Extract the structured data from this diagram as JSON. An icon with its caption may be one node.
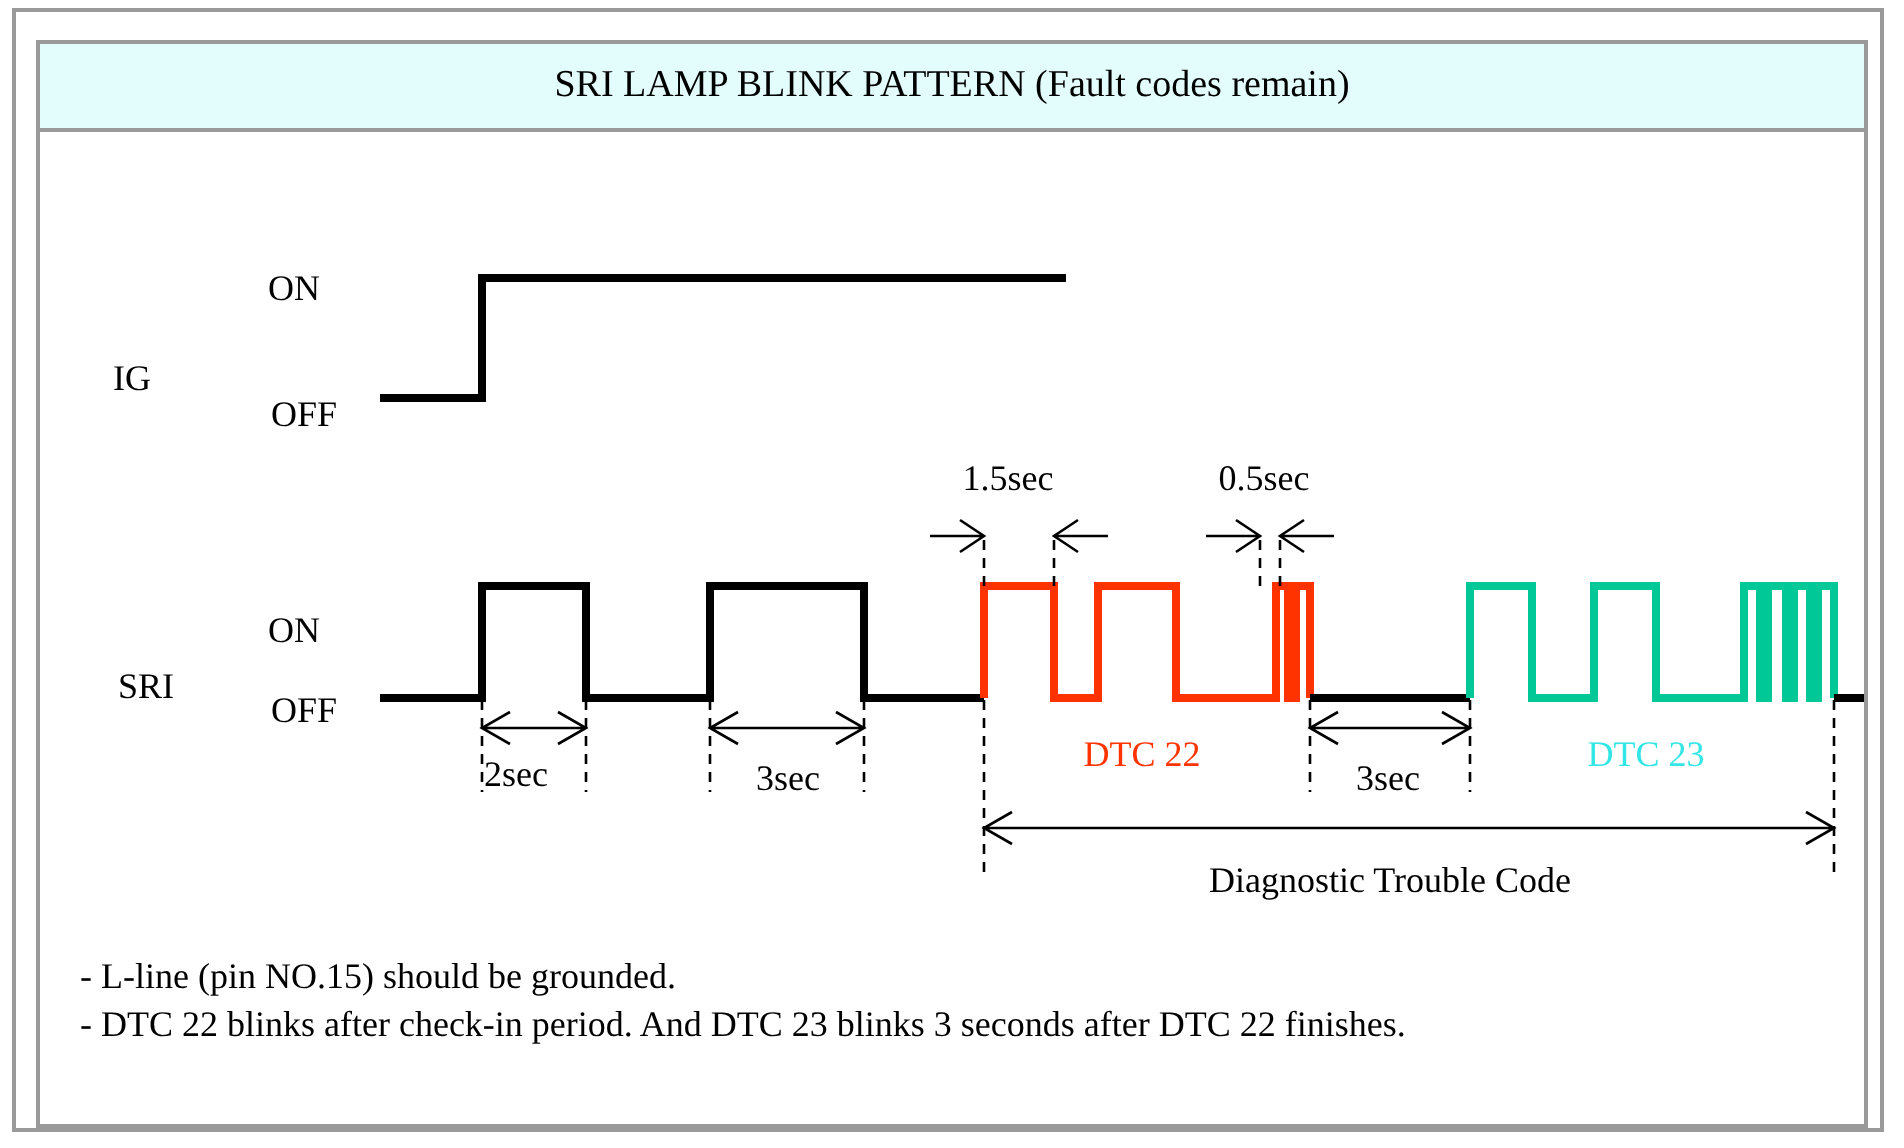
{
  "diagram": {
    "title": "SRI LAMP BLINK PATTERN (Fault codes remain)",
    "labels": [
      "ON",
      "IG",
      "OFF",
      "1.5sec",
      "0.5sec",
      "ON",
      "SRI",
      "OFF",
      "2sec",
      "3sec",
      "DTC 22",
      "3sec",
      "DTC 23",
      "Diagnostic Trouble Code",
      "- L-line (pin NO.15) should be grounded.",
      "- DTC 22 blinks after check-in period. And DTC 23 blinks 3 seconds after DTC 22 finishes."
    ]
  }
}
